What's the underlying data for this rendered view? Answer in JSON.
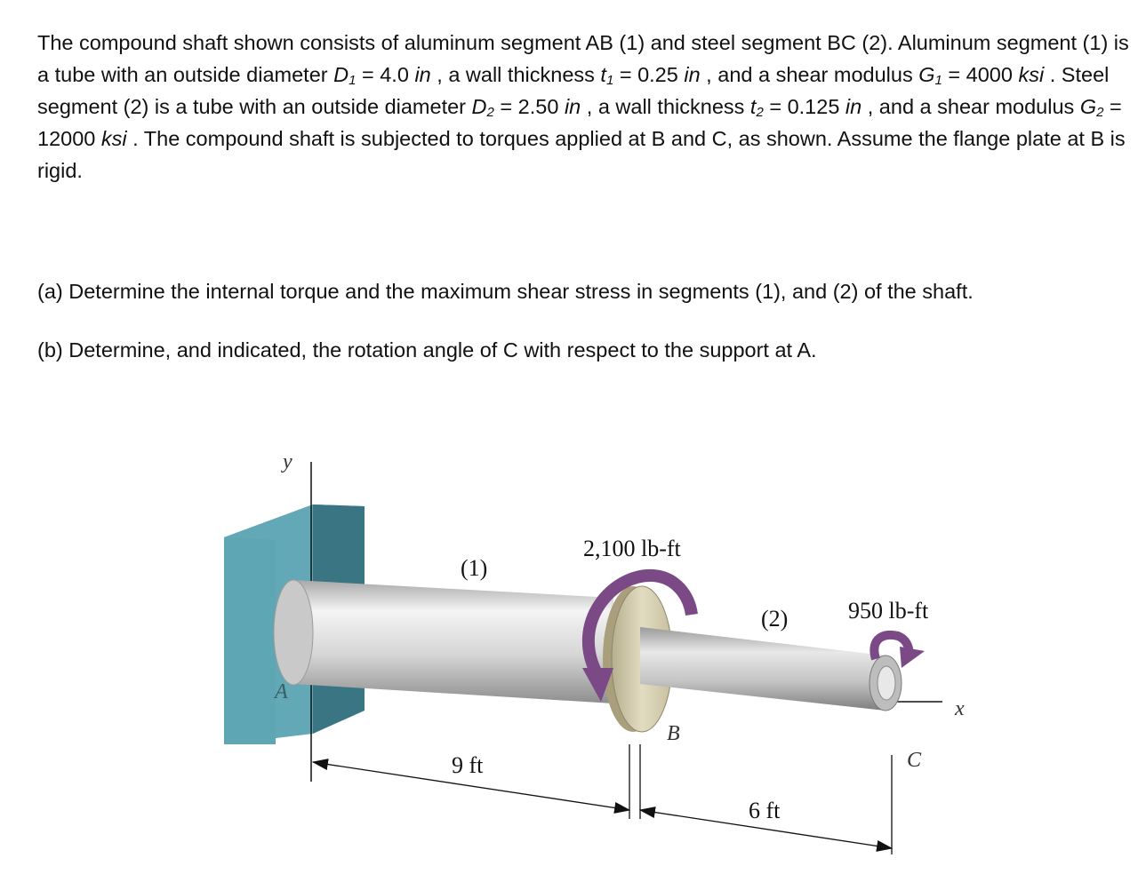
{
  "problem": {
    "s1": "The compound shaft shown consists of aluminum segment AB (1) and steel segment BC (2). Aluminum segment (1) is a tube with an outside diameter ",
    "D1_sym": "D",
    "D1_sub": "1",
    "s2": " = 4.0 ",
    "in1": "in",
    "s3": " , a wall thickness ",
    "t1_sym": "t",
    "t1_sub": "1",
    "s4": " = 0.25 ",
    "in2": "in",
    "s5": " , and a shear modulus ",
    "G1_sym": "G",
    "G1_sub": "1",
    "s6": " = 4000 ",
    "ksi1": "ksi",
    "s7": " . Steel segment (2) is a tube with an outside diameter ",
    "D2_sym": "D",
    "D2_sub": "2",
    "s8": " = 2.50 ",
    "in3": "in",
    "s9": " , a wall thickness ",
    "t2_sym": "t",
    "t2_sub": "2",
    "s10": " = 0.125 ",
    "in4": "in",
    "s11": " , and a shear modulus ",
    "G2_sym": "G",
    "G2_sub": "2",
    "s12": " = 12000 ",
    "ksi2": "ksi",
    "s13": " . The compound shaft is subjected to torques applied at B and C, as shown. Assume the flange plate at B is rigid."
  },
  "questions": {
    "a": "(a) Determine the internal torque and the maximum shear stress in segments (1), and (2) of the shaft.",
    "b": "(b) Determine, and indicated, the rotation angle of C with respect to the support at A."
  },
  "figure": {
    "axis_y": "y",
    "axis_x": "x",
    "point_a": "A",
    "point_b": "B",
    "point_c": "C",
    "segment_1": "(1)",
    "segment_2": "(2)",
    "torque_b": "2,100 lb-ft",
    "torque_c": "950 lb-ft",
    "length_ab": "9 ft",
    "length_bc": "6 ft",
    "colors": {
      "wall": "#5ea6b3",
      "shaft": "#d9d9d9",
      "flange": "#d8d2b6",
      "torque_arrow": "#7b4a86"
    }
  }
}
